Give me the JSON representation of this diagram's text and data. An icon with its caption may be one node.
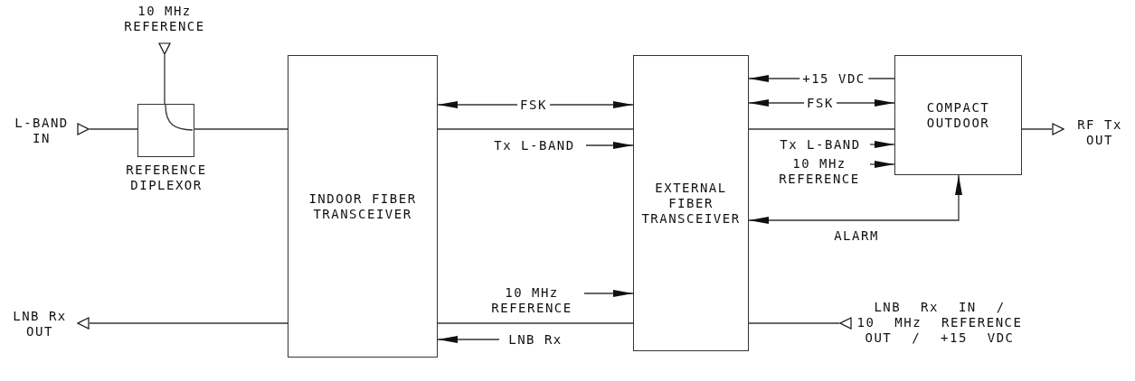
{
  "diagram": {
    "nodes": [
      {
        "text": [
          "L-BAND IN"
        ]
      },
      {
        "text": [
          "10 MHz REFERENCE"
        ]
      },
      {
        "text": [],
        "shape": "box",
        "beside": [
          "REFERENCE DIPLEXOR"
        ]
      },
      {
        "text": [
          "INDOOR FIBER TRANSCEIVER"
        ]
      },
      {
        "text": [
          "EXTERNAL FIBER TRANSCEIVER"
        ]
      },
      {
        "text": [
          "COMPACT OUTDOOR"
        ]
      },
      {
        "text": [
          "RF Tx OUT"
        ]
      },
      {
        "text": [
          "LNB Rx OUT"
        ]
      },
      {
        "text": [
          "LNB Rx IN / 10 MHz REFERENCE OUT / +15 VDC"
        ]
      }
    ],
    "edges": [
      {
        "from": 0,
        "to": 2,
        "arrow": "none"
      },
      {
        "from": 1,
        "to": 2,
        "arrow": "none"
      },
      {
        "from": 2,
        "to": 3,
        "arrow": "none"
      },
      {
        "from": 3,
        "to": 4,
        "arrow": "both",
        "label": "FSK"
      },
      {
        "from": 3,
        "to": 4,
        "arrow": "none"
      },
      {
        "from": null,
        "to": 4,
        "arrow": "to",
        "label": "Tx L-BAND"
      },
      {
        "from": null,
        "to": 4,
        "arrow": "to",
        "label": "10 MHz REFERENCE"
      },
      {
        "from": 3,
        "to": 4,
        "arrow": "none"
      },
      {
        "from": null,
        "to": 3,
        "arrow": "to",
        "label": "LNB Rx"
      },
      {
        "from": 3,
        "to": 7,
        "arrow": "none"
      },
      {
        "from": 4,
        "to": 8,
        "arrow": "none"
      },
      {
        "from": 5,
        "to": 4,
        "arrow": "to",
        "label": "+15 VDC"
      },
      {
        "from": 4,
        "to": 5,
        "arrow": "both",
        "label": "FSK"
      },
      {
        "from": 4,
        "to": 5,
        "arrow": "none"
      },
      {
        "from": null,
        "to": 5,
        "arrow": "to",
        "label": "Tx L-BAND"
      },
      {
        "from": null,
        "to": 5,
        "arrow": "to",
        "label": "10 MHz REFERENCE"
      },
      {
        "from": 4,
        "to": 5,
        "arrow": "both",
        "label": "ALARM"
      },
      {
        "from": 5,
        "to": 6,
        "arrow": "none"
      }
    ]
  }
}
